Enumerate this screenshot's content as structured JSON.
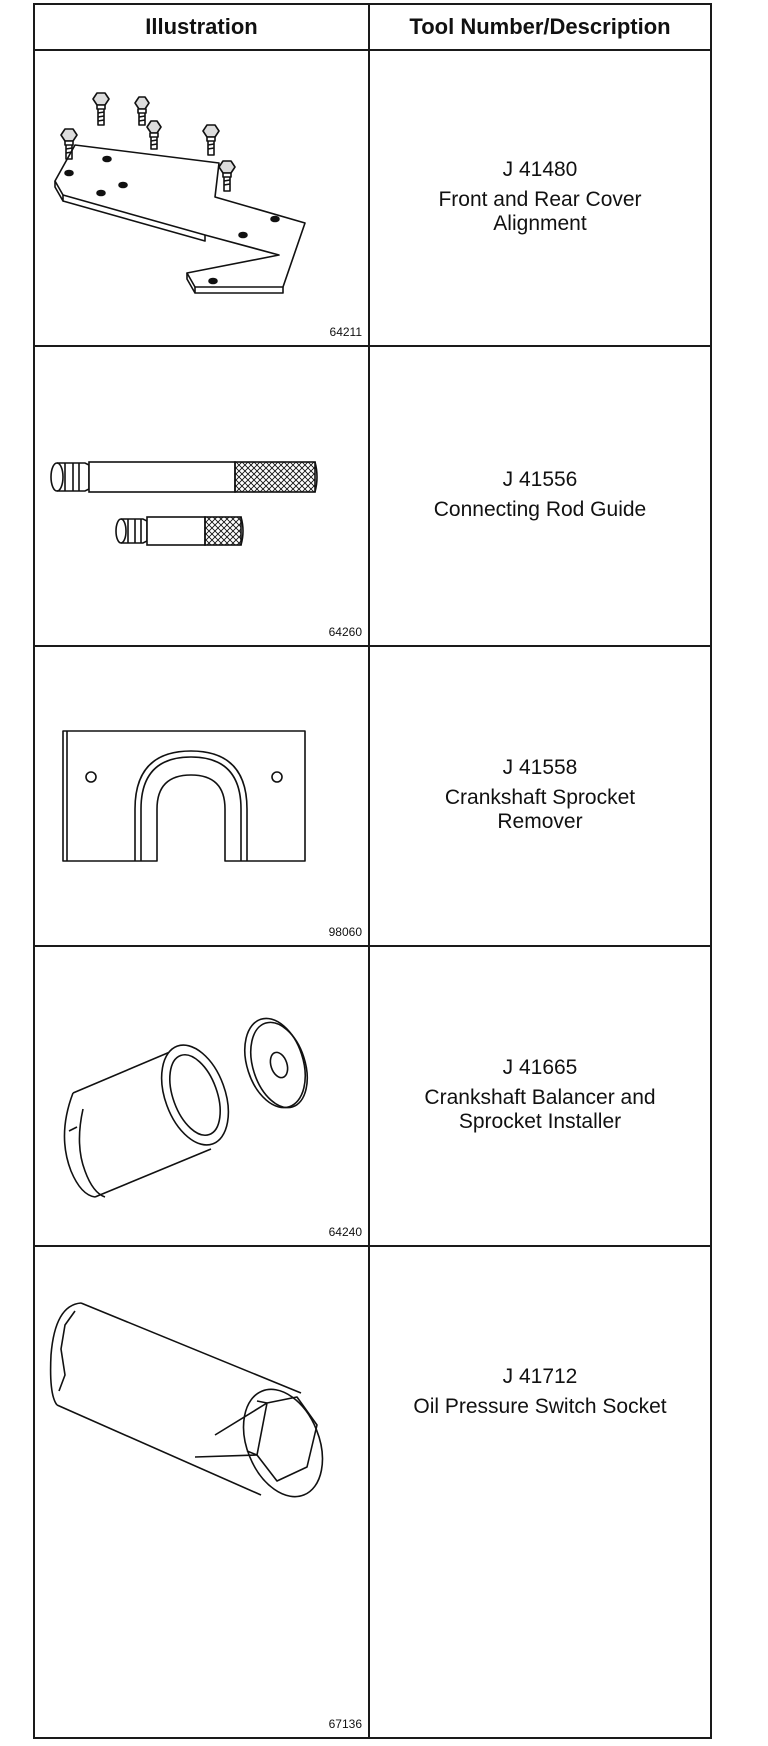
{
  "table": {
    "header": {
      "illustration": "Illustration",
      "tool": "Tool Number/Description"
    },
    "rows": [
      {
        "tool_number": "J 41480",
        "description_lines": [
          "Front and Rear Cover",
          "Alignment"
        ],
        "figure_id": "64211",
        "icon": "alignment-plate-with-bolts-icon"
      },
      {
        "tool_number": "J 41556",
        "description_lines": [
          "Connecting Rod Guide"
        ],
        "figure_id": "64260",
        "icon": "rod-guide-pins-icon"
      },
      {
        "tool_number": "J 41558",
        "description_lines": [
          "Crankshaft Sprocket",
          "Remover"
        ],
        "figure_id": "98060",
        "icon": "sprocket-remover-plate-icon"
      },
      {
        "tool_number": "J 41665",
        "description_lines": [
          "Crankshaft Balancer and",
          "Sprocket Installer"
        ],
        "figure_id": "64240",
        "icon": "installer-sleeve-washer-icon"
      },
      {
        "tool_number": "J 41712",
        "description_lines": [
          "Oil Pressure Switch Socket"
        ],
        "figure_id": "67136",
        "icon": "hex-socket-icon"
      }
    ]
  }
}
